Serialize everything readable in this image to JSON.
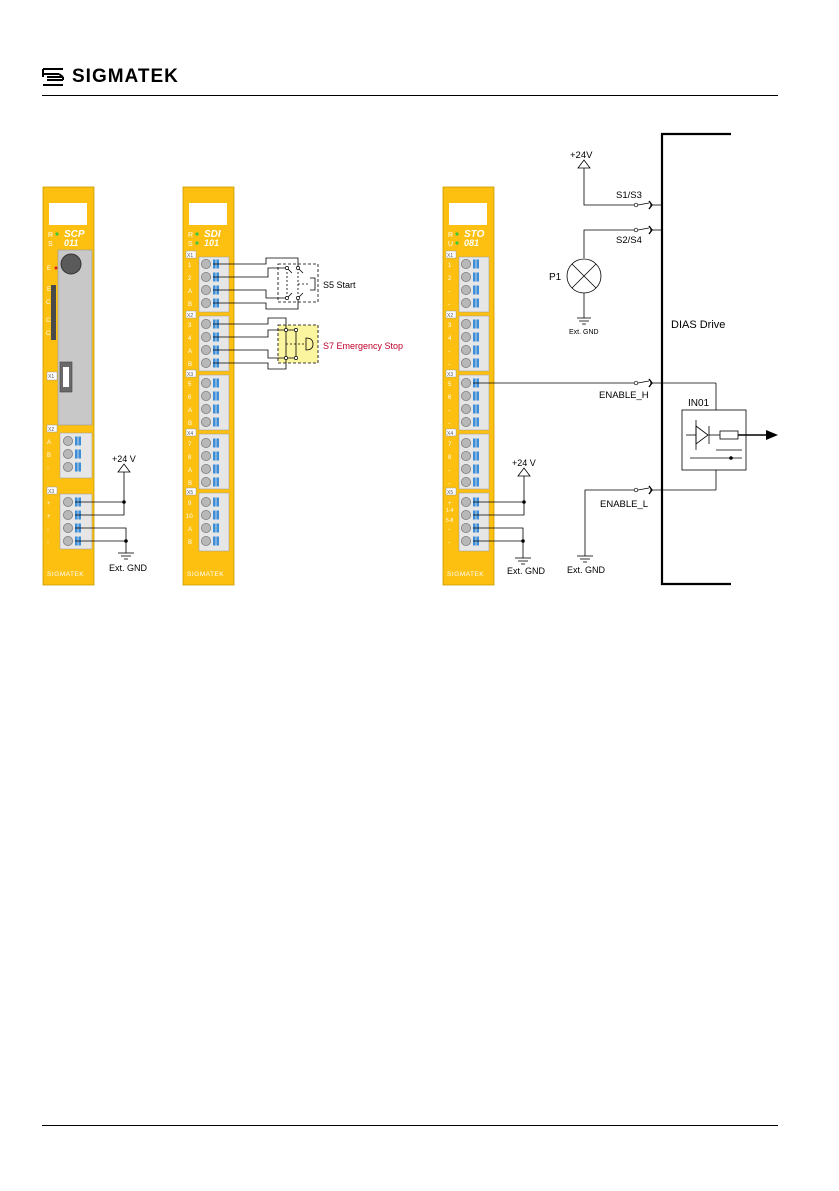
{
  "header": {
    "brand": "SIGMATEK"
  },
  "modules": [
    {
      "title_line1": "SCP",
      "title_line2": "011",
      "brand": "SIGMATEK"
    },
    {
      "title_line1": "SDI",
      "title_line2": "101",
      "brand": "SIGMATEK"
    },
    {
      "title_line1": "STO",
      "title_line2": "081",
      "brand": "SIGMATEK"
    }
  ],
  "labels": {
    "plus24v_a": "+24 V",
    "ext_gnd_a": "Ext. GND",
    "plus24v_b": "+24 V",
    "ext_gnd_b": "Ext. GND",
    "ext_gnd_c": "Ext. GND",
    "s5": "S5 Start",
    "s7": "S7 Emergency Stop",
    "plus24v_top": "+24V",
    "s1s3": "S1/S3",
    "s2s4": "S2/S4",
    "p1": "P1",
    "ext_gnd_p1": "Ext. GND",
    "dias": "DIAS Drive",
    "enable_h": "ENABLE_H",
    "in01": "IN01",
    "enable_l": "ENABLE_L"
  },
  "colors": {
    "module_yellow": "#fdc010",
    "module_gray": "#c8c8c8",
    "terminal_blue": "#3d8ed8",
    "emergency_fill": "#fcf5a0",
    "emergency_text": "#c0002a",
    "led_green": "#3cc83c",
    "led_red": "#e02020"
  }
}
